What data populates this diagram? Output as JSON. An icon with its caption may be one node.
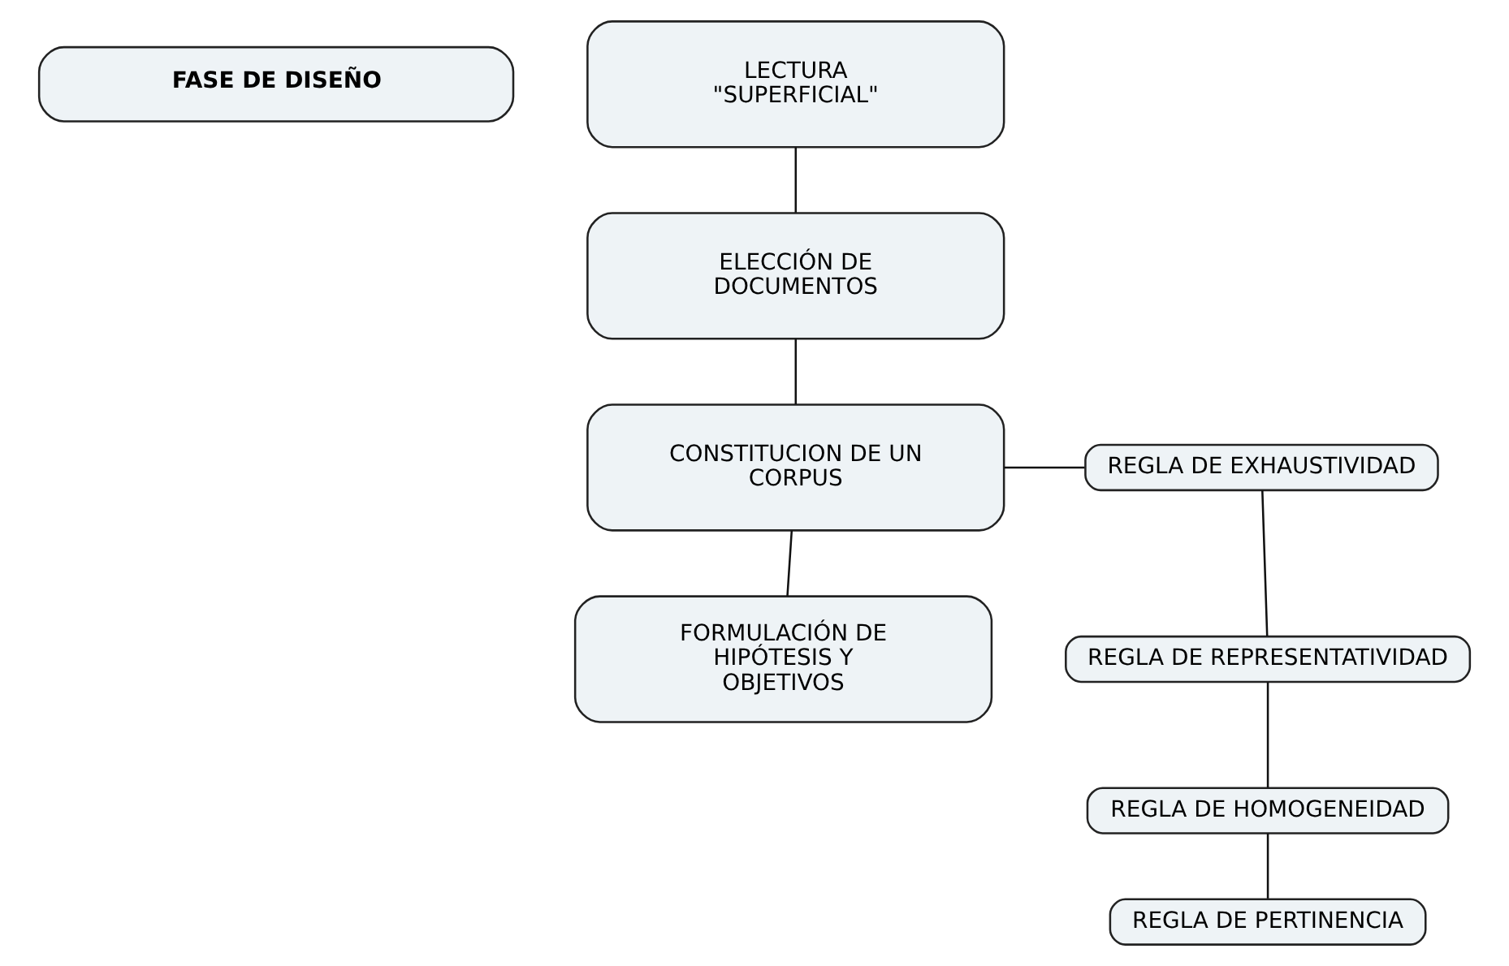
{
  "diagram": {
    "nodes": [
      {
        "text": [
          "FASE DE DISEÑO"
        ]
      },
      {
        "text": [
          "LECTURA \"SUPERFICIAL\""
        ]
      },
      {
        "text": [
          "ELECCIÓN DE DOCUMENTOS"
        ]
      },
      {
        "text": [
          "CONSTITUCION DE UN CORPUS"
        ]
      },
      {
        "text": [
          "FORMULACIÓN DE HIPÓTESIS Y OBJETIVOS"
        ]
      },
      {
        "text": [
          "REGLA DE EXHAUSTIVIDAD"
        ]
      },
      {
        "text": [
          "REGLA DE REPRESENTATIVIDAD"
        ]
      },
      {
        "text": [
          "REGLA DE HOMOGENEIDAD"
        ]
      },
      {
        "text": [
          "REGLA DE PERTINENCIA"
        ]
      }
    ],
    "edges": [
      {
        "from": 1,
        "to": 2,
        "arrow": "none"
      },
      {
        "from": 2,
        "to": 3,
        "arrow": "none"
      },
      {
        "from": 3,
        "to": 4,
        "arrow": "none"
      },
      {
        "from": 3,
        "to": 5,
        "arrow": "none"
      },
      {
        "from": 5,
        "to": 6,
        "arrow": "none"
      },
      {
        "from": 6,
        "to": 7,
        "arrow": "none"
      },
      {
        "from": 7,
        "to": 8,
        "arrow": "none"
      }
    ]
  }
}
